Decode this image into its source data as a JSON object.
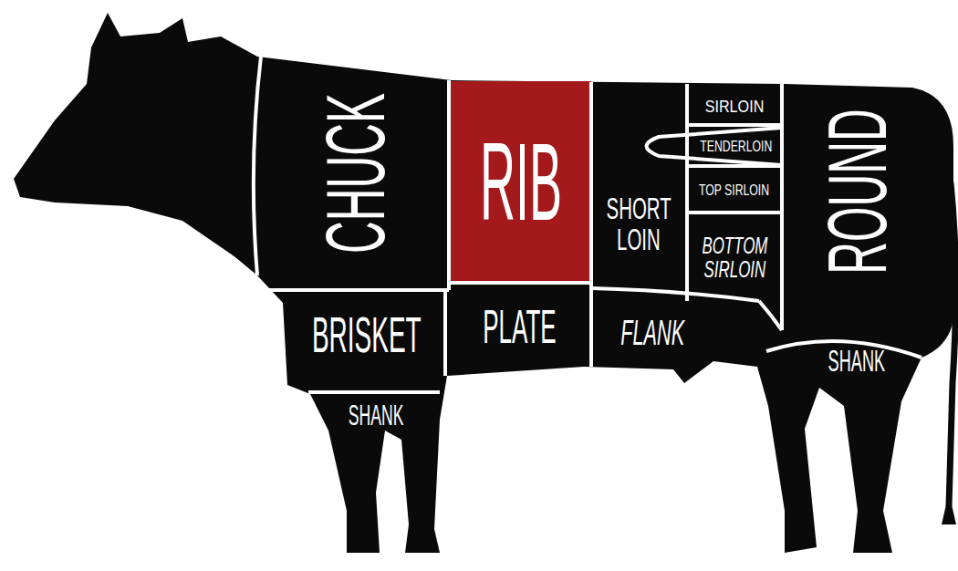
{
  "diagram": {
    "nodes": [
      {
        "text": [
          "CHUCK"
        ]
      },
      {
        "text": [
          "RIB"
        ]
      },
      {
        "text": [
          "SHORT LOIN"
        ]
      },
      {
        "text": [
          "SIRLOIN"
        ]
      },
      {
        "text": [
          "TENDERLOIN"
        ]
      },
      {
        "text": [
          "TOP SIRLOIN"
        ]
      },
      {
        "text": [
          "BOTTOM SIRLOIN"
        ]
      },
      {
        "text": [
          "ROUND"
        ]
      },
      {
        "text": [
          "BRISKET"
        ]
      },
      {
        "text": [
          "PLATE"
        ]
      },
      {
        "text": [
          "FLANK"
        ]
      },
      {
        "text": [
          "SHANK"
        ]
      },
      {
        "text": [
          "SHANK"
        ]
      }
    ]
  }
}
